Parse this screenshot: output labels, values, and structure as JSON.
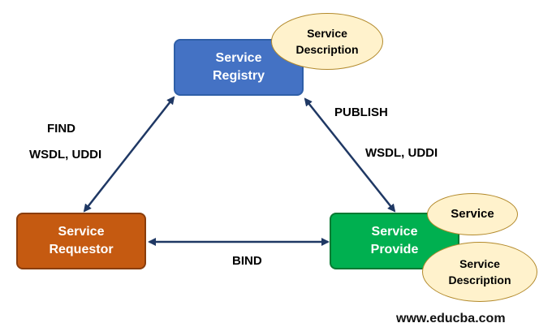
{
  "nodes": {
    "registry": {
      "label": "Service\nRegistry",
      "color": "#4472c4"
    },
    "requestor": {
      "label": "Service\nRequestor",
      "color": "#c55a11"
    },
    "provider": {
      "label": "Service\nProvide",
      "color": "#00b050"
    }
  },
  "ellipses": {
    "description_top": {
      "label": "Service\nDescription"
    },
    "service": {
      "label": "Service"
    },
    "description_bottom": {
      "label": "Service\nDescription"
    },
    "fill": "#fff2cc"
  },
  "edges": {
    "find_label": "FIND",
    "find_protocol": "WSDL, UDDI",
    "publish_label": "PUBLISH",
    "publish_protocol": "WSDL, UDDI",
    "bind_label": "BIND",
    "color": "#1f3864"
  },
  "footer": {
    "website": "www.educba.com"
  }
}
